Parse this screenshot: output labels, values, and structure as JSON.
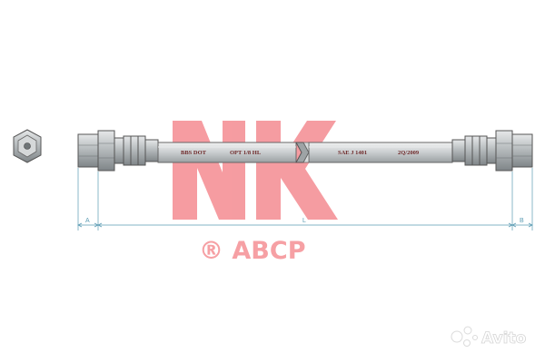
{
  "hose_markings": [
    "BBS DOT",
    "OPT 1/8 HL",
    "SAE J 1401",
    "2Q/2009"
  ],
  "dimensions": {
    "left": "A",
    "middle": "L",
    "right": "B"
  },
  "watermark": {
    "text": "® ABCP",
    "brand": "NK"
  },
  "avito": {
    "text": "Avito"
  },
  "colors": {
    "accent_red": "#f06068",
    "dimension_blue": "#5a9bb3",
    "steel": "#9aa0a2",
    "hose": "#c4c8ca"
  }
}
